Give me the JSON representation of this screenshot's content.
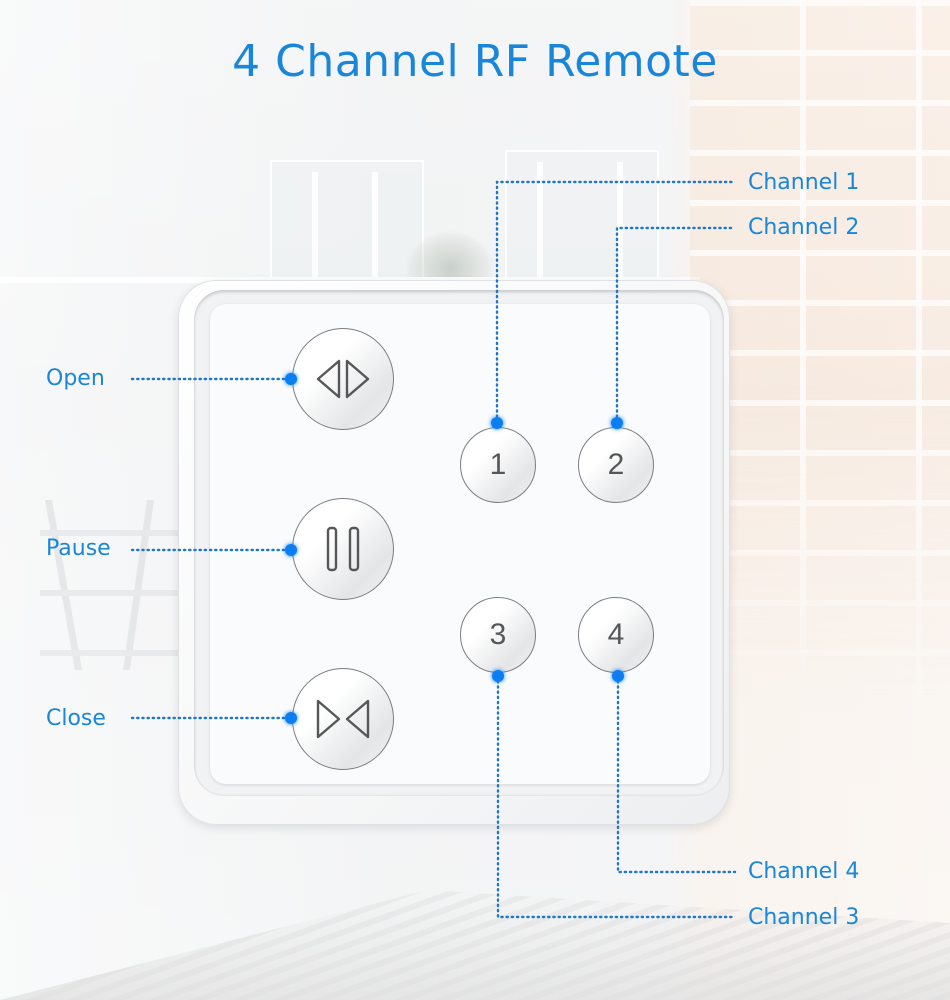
{
  "title": "4 Channel RF Remote",
  "colors": {
    "accent": "#1a86d9",
    "dot": "#0a7ef2",
    "button_stroke": "#7b7d80",
    "button_glyph": "#555759"
  },
  "function_buttons": [
    {
      "id": "open",
      "label": "Open",
      "icon": "open-arrows-icon"
    },
    {
      "id": "pause",
      "label": "Pause",
      "icon": "pause-icon"
    },
    {
      "id": "close",
      "label": "Close",
      "icon": "close-arrows-icon"
    }
  ],
  "channel_buttons": [
    {
      "id": "ch1",
      "number": "1",
      "label": "Channel 1"
    },
    {
      "id": "ch2",
      "number": "2",
      "label": "Channel 2"
    },
    {
      "id": "ch3",
      "number": "3",
      "label": "Channel 3"
    },
    {
      "id": "ch4",
      "number": "4",
      "label": "Channel 4"
    }
  ]
}
